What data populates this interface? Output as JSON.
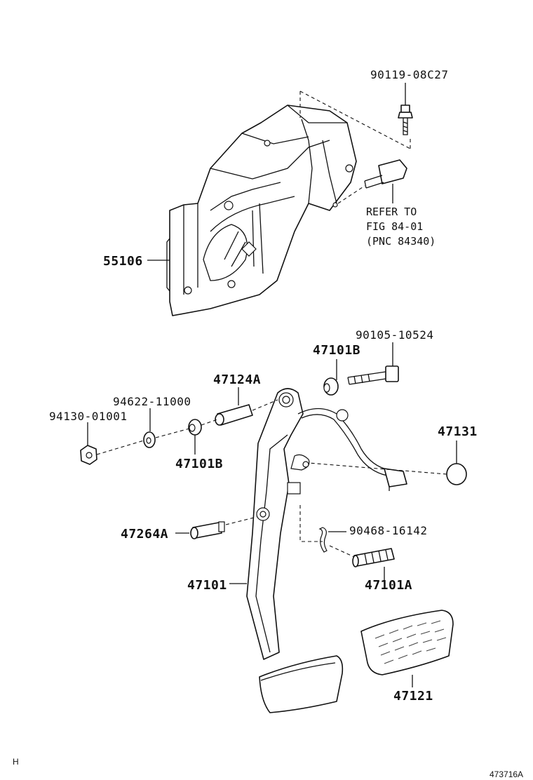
{
  "diagram": {
    "labels": {
      "bolt_top": "90119-08C27",
      "bracket": "55106",
      "refer_line1": "REFER TO",
      "refer_line2": "FIG 84-01",
      "refer_line3": "(PNC 84340)",
      "bolt_pivot": "90105-10524",
      "bushing_top": "47101B",
      "collar": "47124A",
      "washer": "94622-11000",
      "nut": "94130-01001",
      "bushing_left": "47101B",
      "stopper": "47131",
      "pin": "47264A",
      "clip": "90468-16142",
      "spring_pin": "47101A",
      "pedal_arm": "47101",
      "pedal_pad": "47121"
    },
    "footer": {
      "code_left": "H",
      "code_right": "473716A"
    }
  }
}
